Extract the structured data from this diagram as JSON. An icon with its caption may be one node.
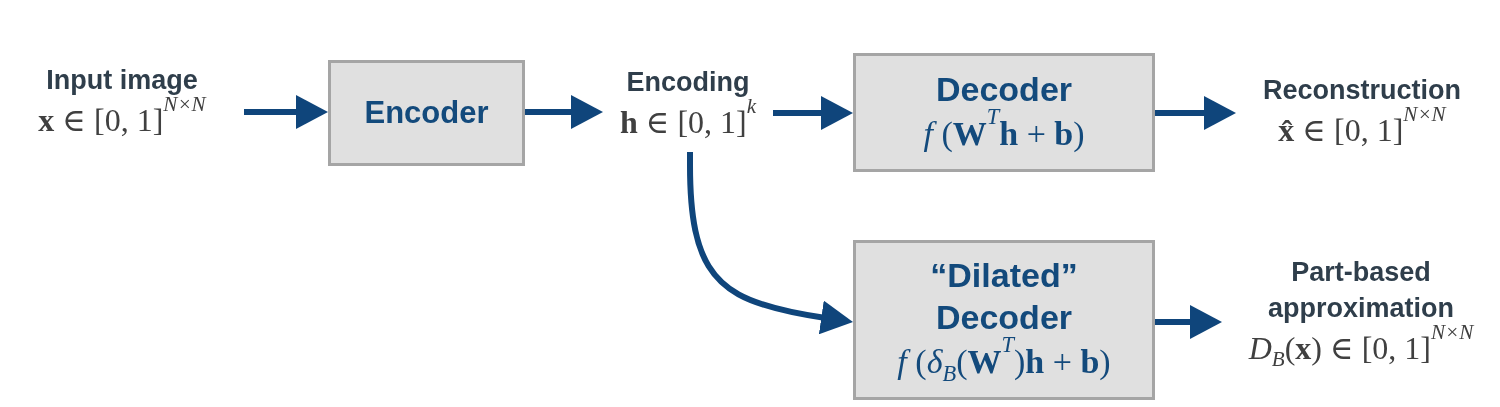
{
  "diagram": {
    "nodes": [
      {
        "text": [
          "Input image",
          "**x** ∈ [0, 1]$^{N×N}$"
        ]
      },
      {
        "text": [
          "Encoder"
        ]
      },
      {
        "text": [
          "Encoding",
          "**h** ∈ [0, 1]$^{k}$"
        ]
      },
      {
        "text": [
          "Decoder",
          "*f* (**W**$^{T}$**h** + **b**)"
        ]
      },
      {
        "text": [
          "Reconstruction",
          "**x̂** ∈ [0, 1]$^{N×N}$"
        ]
      },
      {
        "text": [
          "“Dilated” Decoder",
          "*f* (*δ*$_{B}$(**W**$^{T}$)**h** + **b**)"
        ]
      },
      {
        "text": [
          "Part-based approximation",
          "*D*$_{B}$(**x**) ∈ [0, 1]$^{N×N}$"
        ]
      }
    ],
    "edges": [
      {
        "from": 0,
        "to": 1,
        "arrow": "to"
      },
      {
        "from": 1,
        "to": 2,
        "arrow": "to"
      },
      {
        "from": 2,
        "to": 3,
        "arrow": "to"
      },
      {
        "from": 3,
        "to": 4,
        "arrow": "to"
      },
      {
        "from": 2,
        "to": 5,
        "arrow": "to"
      },
      {
        "from": 5,
        "to": 6,
        "arrow": "to"
      }
    ]
  }
}
